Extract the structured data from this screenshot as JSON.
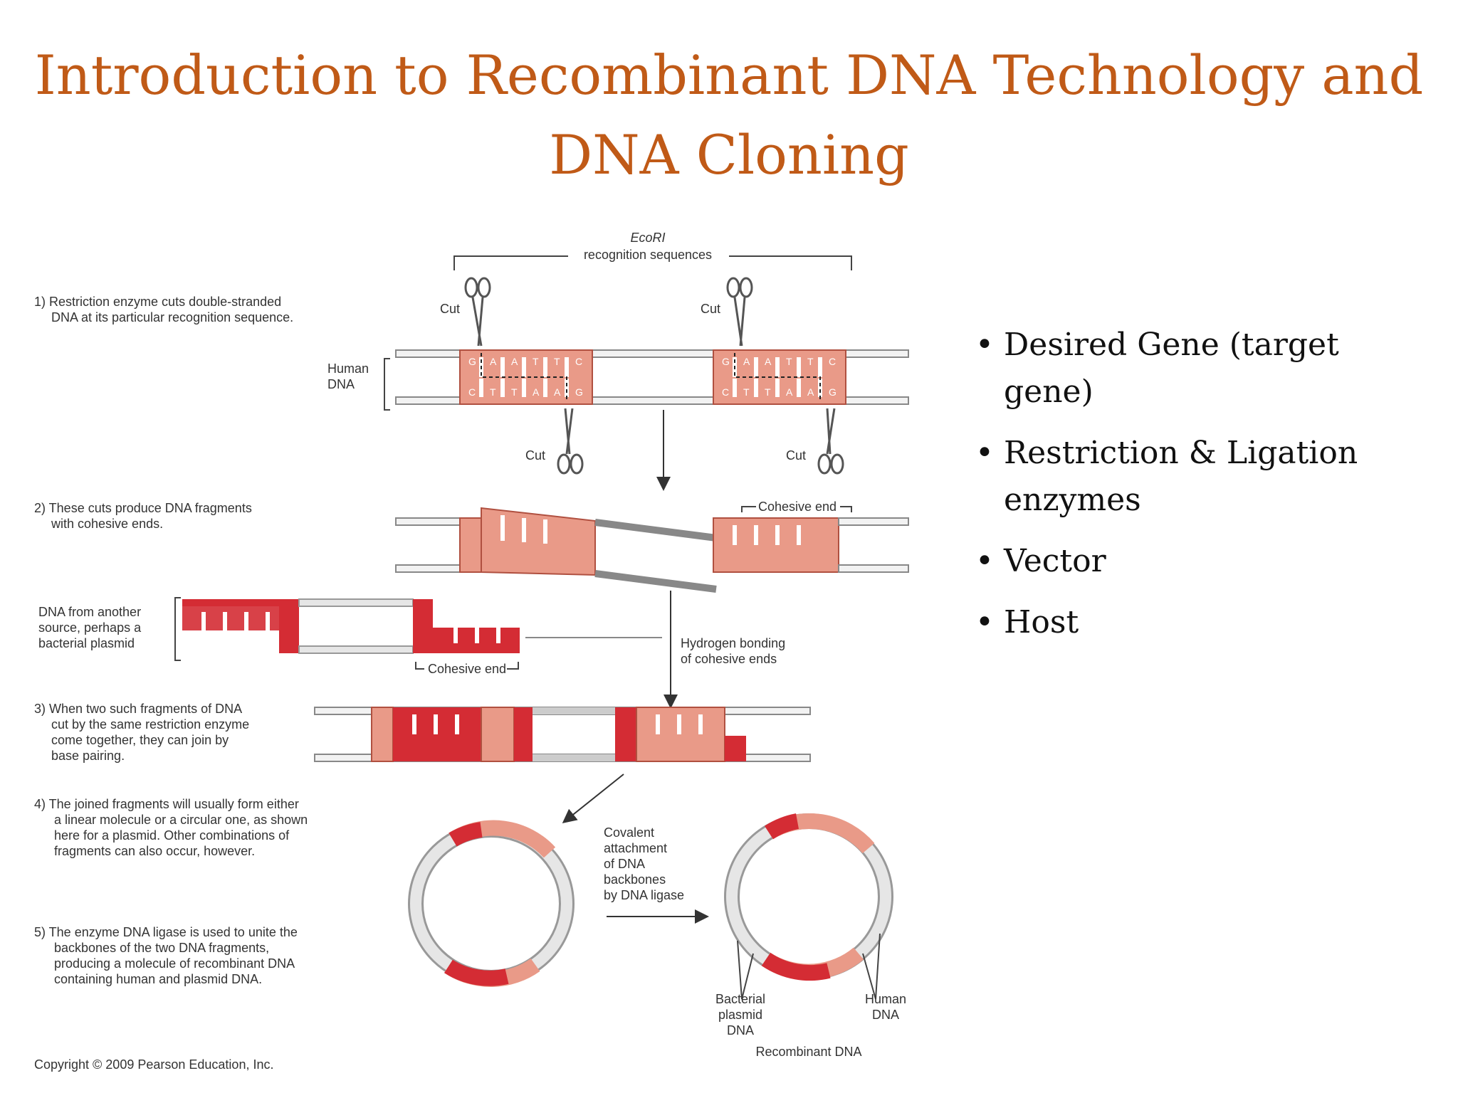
{
  "slide": {
    "title_line1": "Introduction to Recombinant DNA Technology and",
    "title_line2": "DNA Cloning"
  },
  "bullets": [
    "Desired Gene (target gene)",
    "Restriction & Ligation",
    "enzymes",
    "Vector",
    "Host"
  ],
  "colors": {
    "title": "#c05a17",
    "human_dna": "#e99a88",
    "plasmid_dna": "#d42c34",
    "strand": "#cccccc"
  },
  "diagram": {
    "ecori": "EcoRI",
    "recognition": "recognition sequences",
    "cut": "Cut",
    "human_dna_l1": "Human",
    "human_dna_l2": "DNA",
    "step1": [
      "1) Restriction enzyme cuts double-stranded",
      "DNA at its particular recognition sequence."
    ],
    "step2": [
      "2) These cuts produce DNA fragments",
      "with cohesive ends."
    ],
    "other_source": [
      "DNA from another",
      "source, perhaps a",
      "bacterial plasmid"
    ],
    "cohesive_end": "Cohesive end",
    "hydrogen": [
      "Hydrogen bonding",
      "of cohesive ends"
    ],
    "step3": [
      "3) When two such fragments of DNA",
      "cut by the same restriction enzyme",
      "come together, they can join by",
      "base pairing."
    ],
    "step4": [
      "4) The joined fragments will usually form either",
      "a linear molecule or a circular one, as shown",
      "here for a plasmid. Other combinations of",
      "fragments can also occur, however."
    ],
    "step5": [
      "5) The enzyme DNA ligase is used to unite the",
      "backbones of the two DNA fragments,",
      "producing a molecule of recombinant DNA",
      "containing human and plasmid DNA."
    ],
    "covalent": [
      "Covalent",
      "attachment",
      "of DNA",
      "backbones",
      "by DNA ligase"
    ],
    "bacterial_plasmid": [
      "Bacterial",
      "plasmid",
      "DNA"
    ],
    "human_dna_bottom": [
      "Human",
      "DNA"
    ],
    "recombinant": "Recombinant DNA",
    "copyright": "Copyright © 2009 Pearson Education, Inc.",
    "top_bases": [
      "G",
      "A",
      "A",
      "T",
      "T",
      "C"
    ],
    "bottom_bases": [
      "C",
      "T",
      "T",
      "A",
      "A",
      "G"
    ]
  }
}
